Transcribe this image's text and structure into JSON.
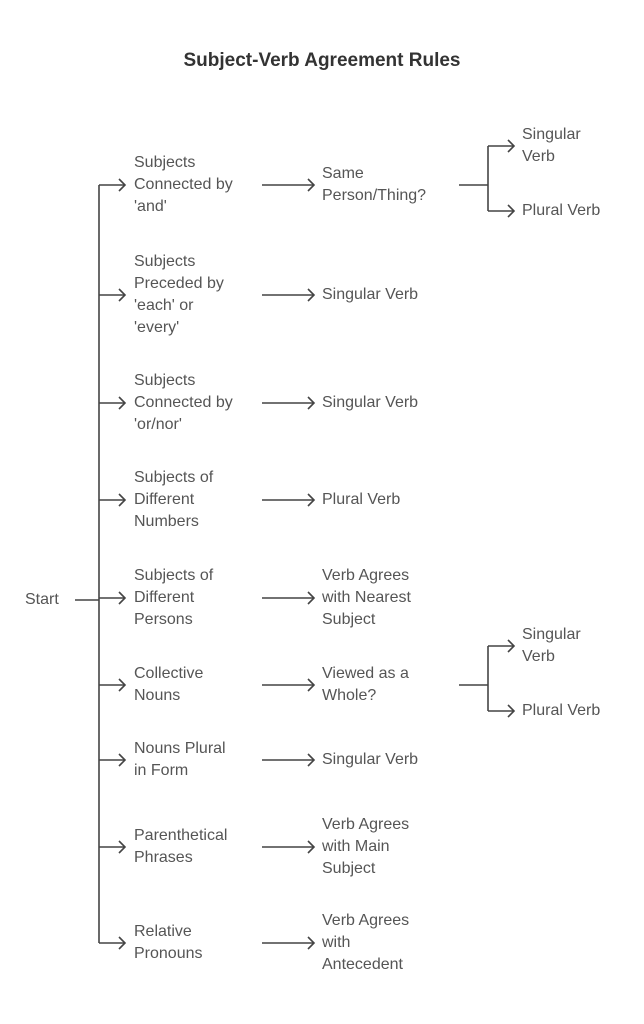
{
  "title": "Subject-Verb Agreement Rules",
  "root": "Start",
  "rows": [
    {
      "label": "Subjects\nConnected by\n'and'",
      "result": "Same\nPerson/Thing?",
      "outcomes": [
        "Singular\nVerb",
        "Plural Verb"
      ]
    },
    {
      "label": "Subjects\nPreceded by\n'each' or\n'every'",
      "result": "Singular Verb"
    },
    {
      "label": "Subjects\nConnected by\n'or/nor'",
      "result": "Singular Verb"
    },
    {
      "label": "Subjects of\nDifferent\nNumbers",
      "result": "Plural Verb"
    },
    {
      "label": "Subjects of\nDifferent\nPersons",
      "result": "Verb Agrees\nwith Nearest\nSubject"
    },
    {
      "label": "Collective\nNouns",
      "result": "Viewed as a\nWhole?",
      "outcomes": [
        "Singular\nVerb",
        "Plural Verb"
      ]
    },
    {
      "label": "Nouns Plural\nin Form",
      "result": "Singular Verb"
    },
    {
      "label": "Parenthetical\nPhrases",
      "result": "Verb Agrees\nwith Main\nSubject"
    },
    {
      "label": "Relative\nPronouns",
      "result": "Verb Agrees\nwith\nAntecedent"
    }
  ]
}
